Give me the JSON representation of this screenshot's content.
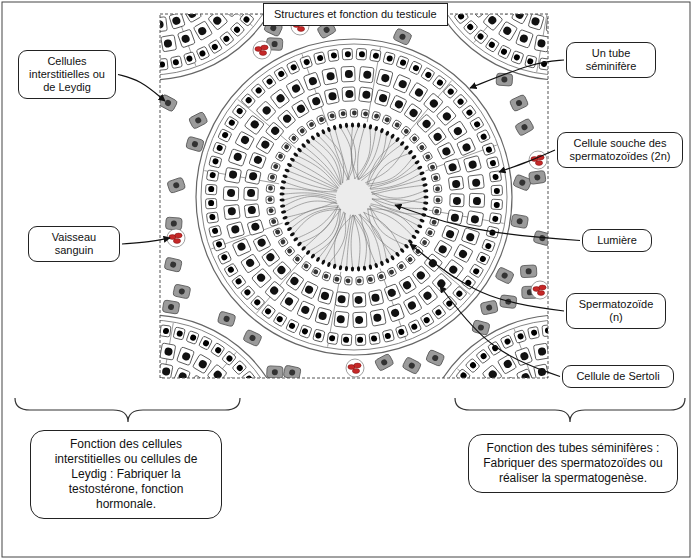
{
  "diagram": {
    "title": "Structures et fonction du testicule",
    "nodes": [
      {
        "text": [
          "Cellules interstitielles ou de Leydig"
        ]
      },
      {
        "text": [
          "Vaisseau sanguin"
        ]
      },
      {
        "text": [
          "Un tube séminifère"
        ]
      },
      {
        "text": [
          "Cellule souche des spermatozoïdes (2n)"
        ]
      },
      {
        "text": [
          "Lumière"
        ]
      },
      {
        "text": [
          "Spermatozoïde (n)"
        ]
      },
      {
        "text": [
          "Cellule de Sertoli"
        ]
      },
      {
        "text": [
          "Fonction des cellules interstitielles ou cellules de Leydig : Fabriquer la testostérone, fonction hormonale."
        ]
      },
      {
        "text": [
          "Fonction des tubes séminifères : Fabriquer des spermatozoïdes ou réaliser la spermatogenèse."
        ]
      }
    ]
  }
}
